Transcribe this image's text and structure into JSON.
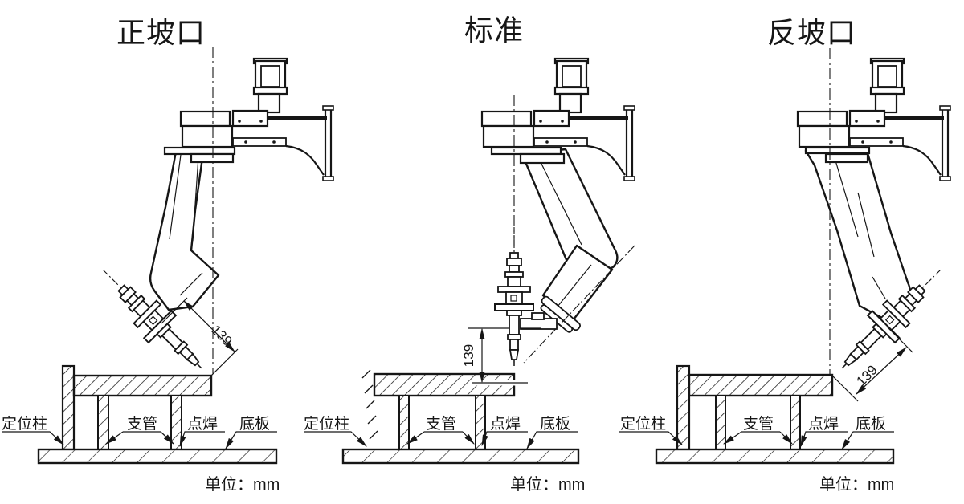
{
  "panels": [
    {
      "title": "正坡口",
      "dimension_label": "139",
      "unit_note": "单位：mm",
      "part_labels": {
        "positioning_column": "定位柱",
        "branch_pipe": "支管",
        "spot_weld": "点焊",
        "base_plate": "底板"
      }
    },
    {
      "title": "标准",
      "dimension_label": "139",
      "unit_note": "单位：mm",
      "part_labels": {
        "positioning_column": "定位柱",
        "branch_pipe": "支管",
        "spot_weld": "点焊",
        "base_plate": "底板"
      }
    },
    {
      "title": "反坡口",
      "dimension_label": "139",
      "unit_note": "单位：mm",
      "part_labels": {
        "positioning_column": "定位柱",
        "branch_pipe": "支管",
        "spot_weld": "点焊",
        "base_plate": "底板"
      }
    }
  ]
}
